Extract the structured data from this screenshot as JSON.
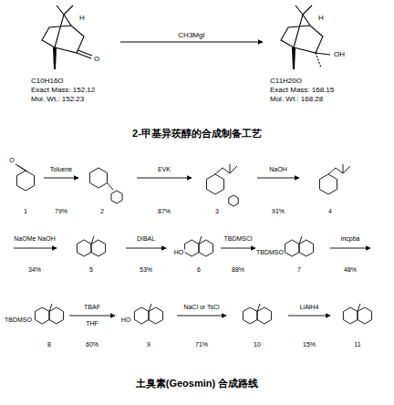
{
  "diagram": {
    "nodes": [
      {
        "text": [
          "C10H16O",
          "Exact Mass: 152.12",
          "Mol. Wt.: 152.23"
        ]
      },
      {
        "text": [
          "C11H20O",
          "Exact Mass: 168.15",
          "Mol. Wt.: 168.28"
        ]
      }
    ],
    "edges": [
      {
        "from": 0,
        "to": 1,
        "arrow": "to",
        "label": "CH3MgI"
      }
    ],
    "labels": [
      "H",
      "O",
      "H",
      "OH",
      "2-甲基异莰醇的合成制备工艺",
      "O",
      "Toluene",
      "79%",
      "EVK",
      "87%",
      "NaOH",
      "91%",
      "1",
      "2",
      "3",
      "4",
      "NaOMe NaOH",
      "34%",
      "DIBAL",
      "53%",
      "HO",
      "TBDMSCl",
      "88%",
      "TBDMSO",
      "mcpba",
      "48%",
      "5",
      "6",
      "7",
      "TBDMSO",
      "TBAF",
      "THF",
      "60%",
      "HO",
      "NaCl or TsCl",
      "71%",
      "LiAlH4",
      "15%",
      "8",
      "9",
      "10",
      "11",
      "土臭素(Geosmin) 合成路线"
    ]
  }
}
